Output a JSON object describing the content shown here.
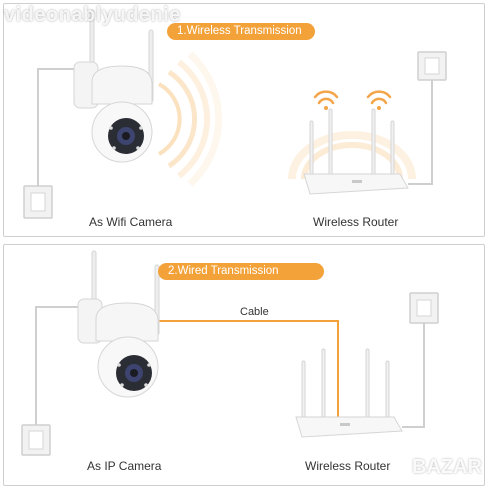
{
  "watermark": {
    "top": "videonablyudenie",
    "bottom": "BAZAR"
  },
  "panel1": {
    "pill_label": "1.Wireless Transmission",
    "camera_label": "As Wifi Camera",
    "router_label": "Wireless Router"
  },
  "panel2": {
    "pill_label": "2.Wired Transmission",
    "cable_label": "Cable",
    "camera_label": "As IP Camera",
    "router_label": "Wireless Router"
  },
  "colors": {
    "accent": "#f3a23a",
    "wifi_signal": "#f4a54a",
    "device_white": "#f4f4f4",
    "outline": "#cfcfcf",
    "text": "#333333"
  }
}
